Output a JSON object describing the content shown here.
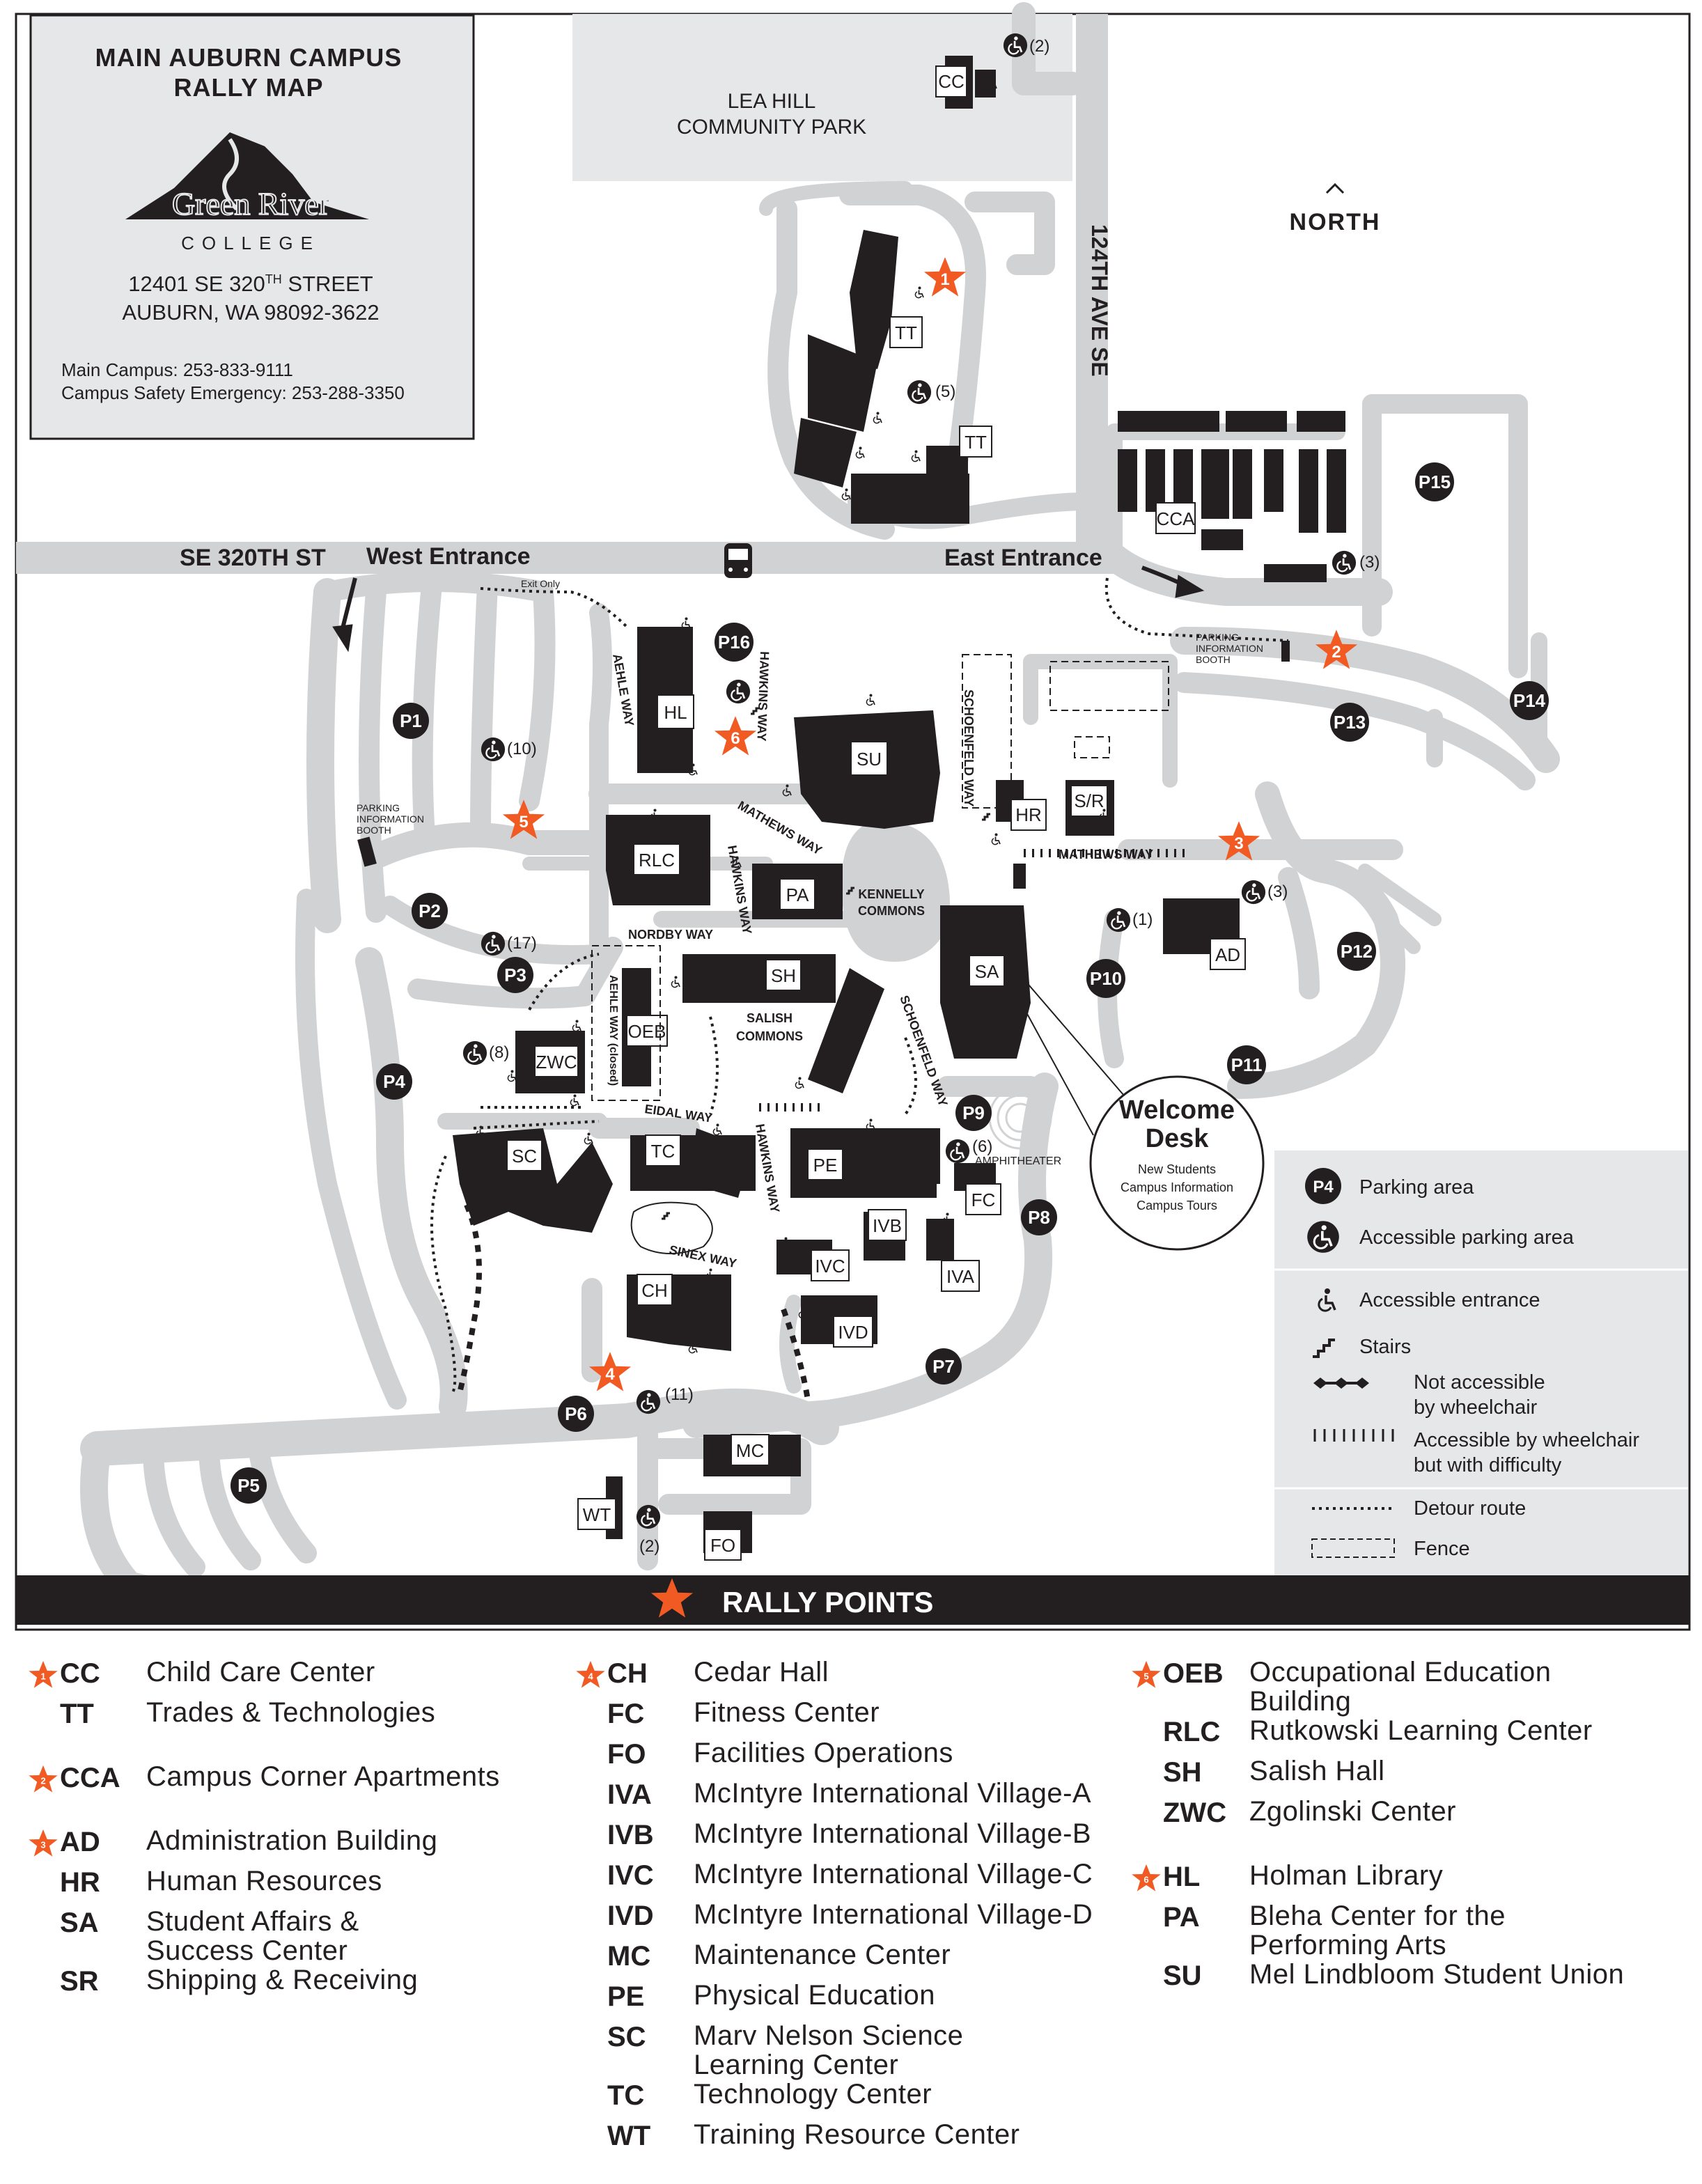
{
  "title": {
    "line1": "MAIN AUBURN CAMPUS",
    "line2": "RALLY MAP",
    "logo_text": "Green River",
    "logo_subtext": "COLLEGE",
    "address_line1": "12401 SE 320",
    "address_sup": "TH",
    "address_line1_end": " STREET",
    "address_line2": "AUBURN, WA 98092-3622",
    "phone_main": "Main Campus: 253-833-9111",
    "phone_safety": "Campus Safety Emergency: 253-288-3350"
  },
  "north_label": "NORTH",
  "streets": {
    "se320": "SE 320TH ST",
    "ave124": "124TH AVE SE",
    "west_entrance": "West Entrance",
    "east_entrance": "East Entrance",
    "exit_only": "Exit Only",
    "park": "LEA HILL\nCOMMUNITY PARK"
  },
  "ways": {
    "aehle": "AEHLE WAY",
    "hawkins": "HAWKINS WAY",
    "schoenfeld": "SCHOENFELD WAY",
    "mathews": "MATHEWS WAY",
    "nordby": "NORDBY WAY",
    "aehle_closed": "AEHLE WAY (closed)",
    "eidal": "EIDAL WAY",
    "sinex": "SINEX WAY",
    "kennelly": "KENNELLY\nCOMMONS",
    "salish_commons": "SALISH\nCOMMONS",
    "amphitheater": "AMPHITHEATER",
    "parking_booth": "PARKING\nINFORMATION\nBOOTH"
  },
  "buildings": [
    "CC",
    "TT",
    "TT",
    "CCA",
    "HL",
    "SU",
    "HR",
    "S/R",
    "RLC",
    "PA",
    "AD",
    "SA",
    "SH",
    "OEB",
    "ZWC",
    "SC",
    "TC",
    "PE",
    "FC",
    "IVB",
    "IVC",
    "IVA",
    "IVD",
    "CH",
    "MC",
    "WT",
    "FO"
  ],
  "parking": [
    "P1",
    "P2",
    "P3",
    "P4",
    "P5",
    "P6",
    "P7",
    "P8",
    "P9",
    "P10",
    "P11",
    "P12",
    "P13",
    "P14",
    "P15",
    "P16"
  ],
  "accessible_counts": [
    "(2)",
    "(5)",
    "(3)",
    "(10)",
    "(17)",
    "(8)",
    "(1)",
    "(3)",
    "(6)",
    "(11)",
    "(2)"
  ],
  "rally_point_numbers": [
    "1",
    "2",
    "3",
    "4",
    "5",
    "6"
  ],
  "welcome_desk": {
    "title_line1": "Welcome",
    "title_line2": "Desk",
    "sub1": "New Students",
    "sub2": "Campus Information",
    "sub3": "Campus Tours"
  },
  "map_legend": {
    "parking_area": "Parking area",
    "parking_sample": "P4",
    "accessible_parking": "Accessible parking area",
    "accessible_entrance": "Accessible entrance",
    "stairs": "Stairs",
    "not_accessible": "Not accessible\nby wheelchair",
    "accessible_difficulty": "Accessible by wheelchair\nbut with difficulty",
    "detour": "Detour route",
    "fence": "Fence"
  },
  "rally_points_banner": "RALLY POINTS",
  "colors": {
    "road": "#d1d2d4",
    "building": "#231f20",
    "accent": "#f15a22",
    "park": "#e6e7e8"
  },
  "rally_legend": [
    {
      "point": "1",
      "items": [
        {
          "code": "CC",
          "name": "Child Care Center"
        },
        {
          "code": "TT",
          "name": "Trades & Technologies"
        }
      ]
    },
    {
      "point": "2",
      "items": [
        {
          "code": "CCA",
          "name": "Campus Corner Apartments"
        }
      ]
    },
    {
      "point": "3",
      "items": [
        {
          "code": "AD",
          "name": "Administration Building"
        },
        {
          "code": "HR",
          "name": "Human Resources"
        },
        {
          "code": "SA",
          "name": "Student Affairs &\nSuccess Center"
        },
        {
          "code": "SR",
          "name": "Shipping & Receiving"
        }
      ]
    },
    {
      "point": "4",
      "items": [
        {
          "code": "CH",
          "name": "Cedar Hall"
        },
        {
          "code": "FC",
          "name": "Fitness Center"
        },
        {
          "code": "FO",
          "name": "Facilities Operations"
        },
        {
          "code": "IVA",
          "name": "McIntyre International Village-A"
        },
        {
          "code": "IVB",
          "name": "McIntyre International Village-B"
        },
        {
          "code": "IVC",
          "name": "McIntyre International Village-C"
        },
        {
          "code": "IVD",
          "name": "McIntyre International Village-D"
        },
        {
          "code": "MC",
          "name": "Maintenance Center"
        },
        {
          "code": "PE",
          "name": "Physical Education"
        },
        {
          "code": "SC",
          "name": "Marv Nelson Science\nLearning Center"
        },
        {
          "code": "TC",
          "name": "Technology Center"
        },
        {
          "code": "WT",
          "name": "Training Resource Center"
        }
      ]
    },
    {
      "point": "5",
      "items": [
        {
          "code": "OEB",
          "name": "Occupational Education\nBuilding"
        },
        {
          "code": "RLC",
          "name": "Rutkowski Learning Center"
        },
        {
          "code": "SH",
          "name": "Salish Hall"
        },
        {
          "code": "ZWC",
          "name": "Zgolinski Center"
        }
      ]
    },
    {
      "point": "6",
      "items": [
        {
          "code": "HL",
          "name": "Holman Library"
        },
        {
          "code": "PA",
          "name": "Bleha Center for the\nPerforming Arts"
        },
        {
          "code": "SU",
          "name": "Mel Lindbloom Student Union"
        }
      ]
    }
  ]
}
